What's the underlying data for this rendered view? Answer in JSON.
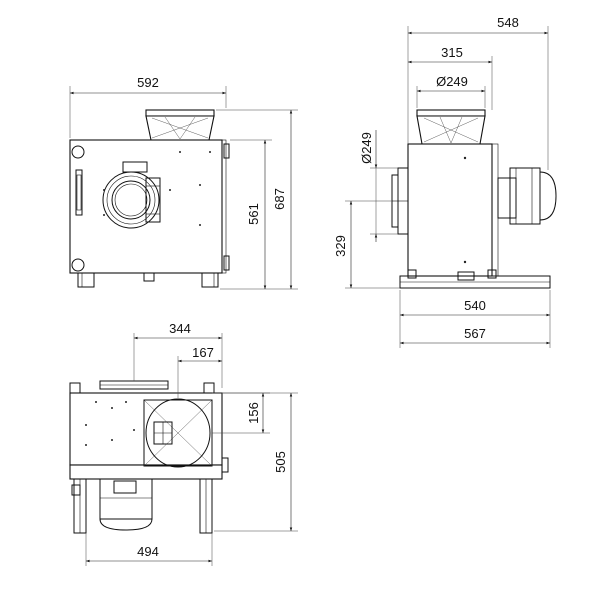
{
  "drawing": {
    "front_view": {
      "width_label": "592",
      "height_label": "687",
      "body_height_label": "561"
    },
    "side_view": {
      "total_depth_label": "548",
      "outlet_offset_label": "315",
      "outlet_diameter_label": "Ø249",
      "inlet_diameter_label": "Ø249",
      "inlet_height_label": "329",
      "base_inner_label": "540",
      "base_outer_label": "567"
    },
    "top_view": {
      "offset_label": "344",
      "inlet_offset_label": "167",
      "inlet_shift_label": "156",
      "depth_label": "505",
      "width_label": "494"
    }
  }
}
